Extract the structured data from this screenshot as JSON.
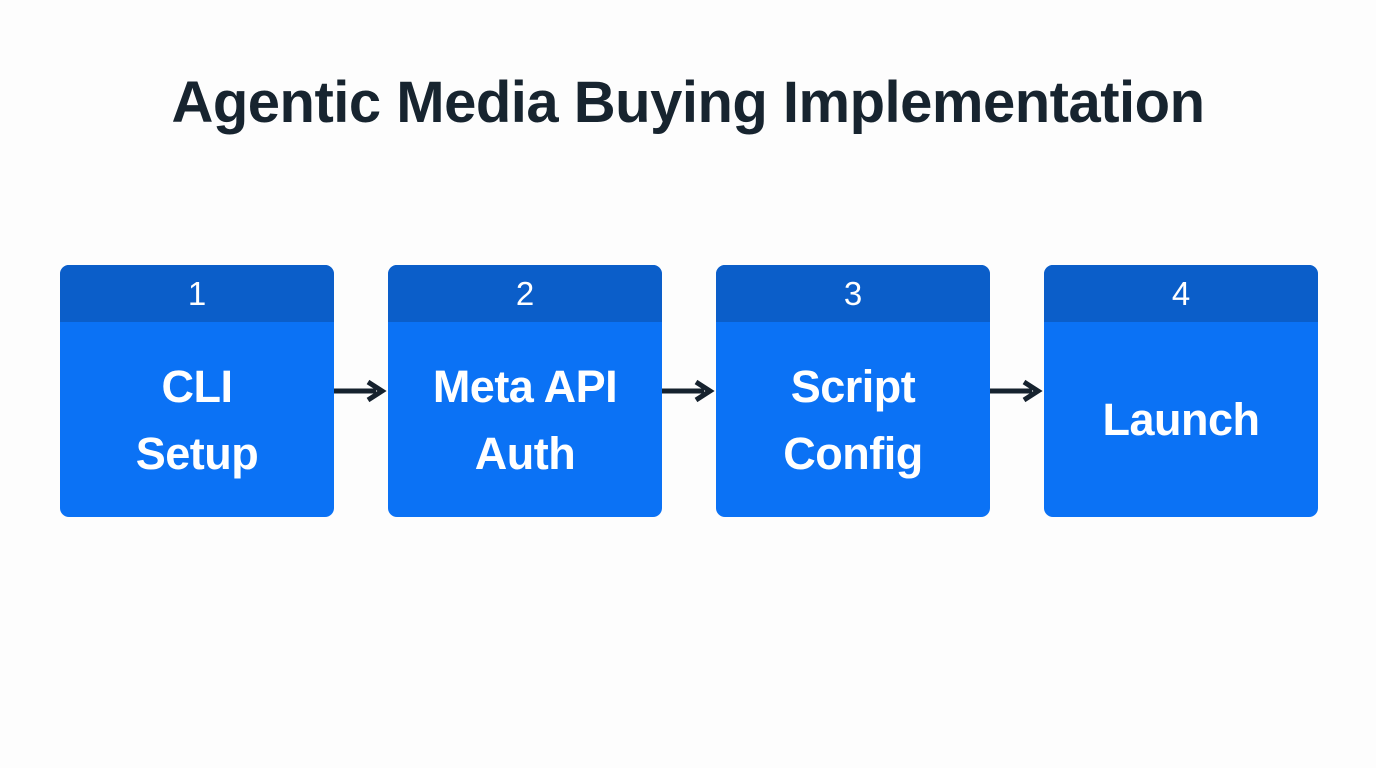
{
  "page": {
    "title": "Agentic Media Buying Implementation",
    "background_color": "#fdfdfd",
    "title_color": "#17242f"
  },
  "theme": {
    "card_header_color": "#0b5ec9",
    "card_body_color": "#0b72f5",
    "card_text_color": "#ffffff",
    "arrow_color": "#16222e"
  },
  "diagram": {
    "type": "horizontal-process-flow",
    "step_count": 4,
    "connector_icon": "arrow-right-icon",
    "steps": [
      {
        "number": "1",
        "label": "CLI\nSetup"
      },
      {
        "number": "2",
        "label": "Meta API\nAuth"
      },
      {
        "number": "3",
        "label": "Script\nConfig"
      },
      {
        "number": "4",
        "label": "Launch"
      }
    ]
  }
}
